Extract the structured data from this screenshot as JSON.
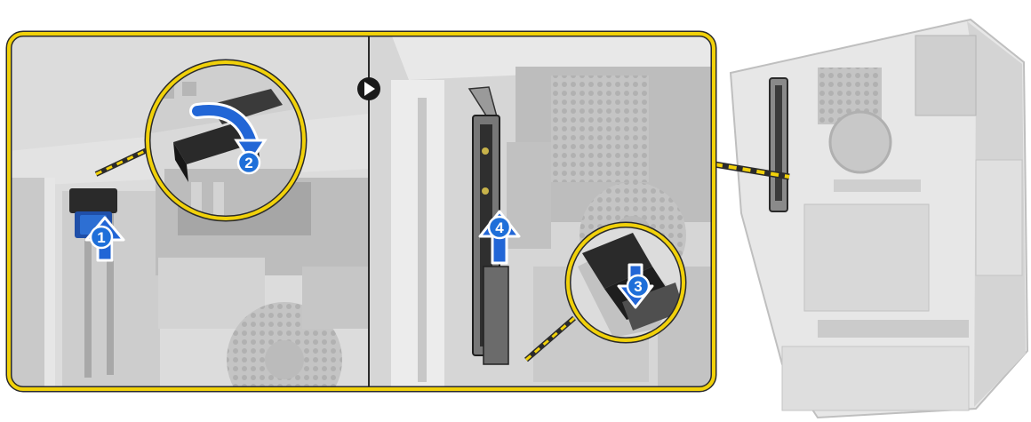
{
  "diagram": {
    "steps": [
      {
        "number": "1",
        "action": "press-release-tab-up",
        "icon": "up-arrow-icon"
      },
      {
        "number": "2",
        "action": "rotate-latch",
        "icon": "curved-arrow-icon"
      },
      {
        "number": "3",
        "action": "press-card-latch-down",
        "icon": "down-arrow-icon"
      },
      {
        "number": "4",
        "action": "lift-card-up",
        "icon": "up-arrow-icon"
      }
    ],
    "next_indicator": "play-icon"
  },
  "colors": {
    "frame": "#f1d10a",
    "frame_dark": "#2b2b2b",
    "badge": "#1e6fd9",
    "badge_border": "#ffffff",
    "photo_bg": "#dcdcdc",
    "metal": "#c3c3c3",
    "dark_part": "#2a2a2a"
  }
}
